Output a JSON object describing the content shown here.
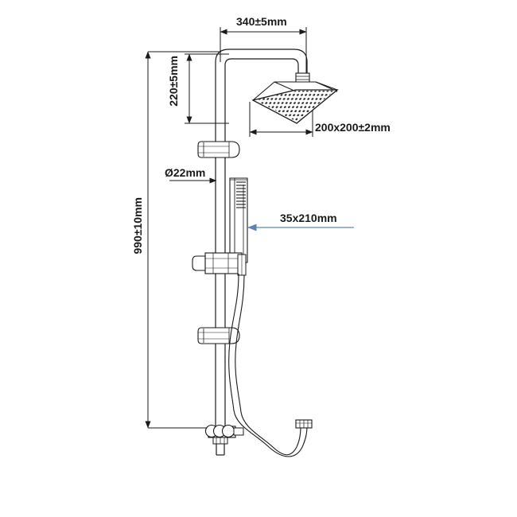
{
  "drawing": {
    "title": "Shower column technical dimension drawing",
    "units": "mm",
    "line_color": "#1a1a1a",
    "callout_color": "#5d82ad",
    "background": "#ffffff"
  },
  "dimensions": {
    "overall_height": "990±10mm",
    "arm_projection": "340±5mm",
    "arm_rise": "220±5mm",
    "shower_head_size": "200x200±2mm",
    "rail_diameter": "Ø22mm",
    "handset_size": "35x210mm"
  },
  "components": {
    "shower_head": "square-rain-shower-head",
    "riser_arm": "inverted-u-riser-arm",
    "riser_rail": "vertical-riser-rail",
    "upper_bracket": "upper-wall-bracket",
    "lower_bracket": "lower-wall-bracket",
    "handset": "slim-hand-shower-handset",
    "handset_holder": "sliding-handset-holder",
    "diverter": "bottom-diverter-valve",
    "hose": "flexible-shower-hose",
    "hose_connector": "threaded-hose-connector"
  }
}
